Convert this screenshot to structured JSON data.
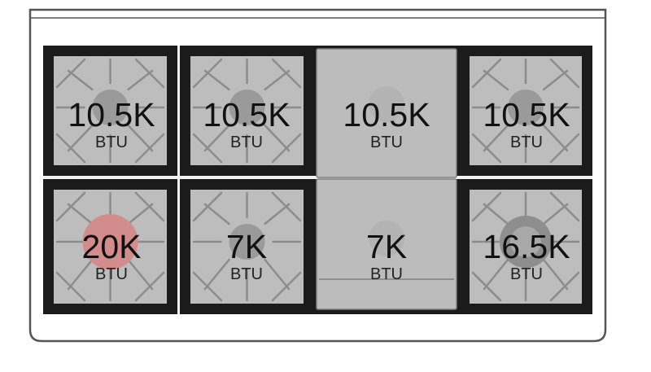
{
  "colors": {
    "frame": "#555555",
    "grate": "#1b1b1b",
    "plate": "#bdbdbd",
    "grate_lines": "#8c8c8c",
    "burner_cap": "#9a9a9a",
    "burner_cap_high": "#d28c8c"
  },
  "burners": [
    {
      "id": "top-left",
      "value": "10.5K",
      "unit": "BTU",
      "type": "burner",
      "cap": "grey"
    },
    {
      "id": "top-center-left",
      "value": "10.5K",
      "unit": "BTU",
      "type": "burner",
      "cap": "grey"
    },
    {
      "id": "top-griddle",
      "value": "10.5K",
      "unit": "BTU",
      "type": "griddle",
      "cap": "grey"
    },
    {
      "id": "top-right",
      "value": "10.5K",
      "unit": "BTU",
      "type": "burner",
      "cap": "grey"
    },
    {
      "id": "bottom-left",
      "value": "20K",
      "unit": "BTU",
      "type": "burner",
      "cap": "red"
    },
    {
      "id": "bottom-center-left",
      "value": "7K",
      "unit": "BTU",
      "type": "burner",
      "cap": "grey"
    },
    {
      "id": "bottom-griddle",
      "value": "7K",
      "unit": "BTU",
      "type": "griddle",
      "cap": "grey"
    },
    {
      "id": "bottom-right",
      "value": "16.5K",
      "unit": "BTU",
      "type": "burner",
      "cap": "ring"
    }
  ]
}
